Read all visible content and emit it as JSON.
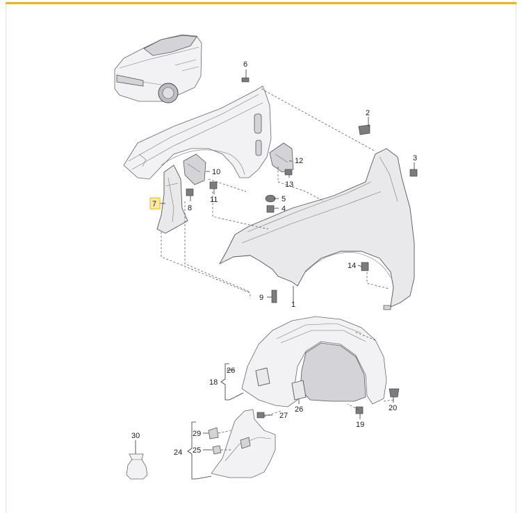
{
  "diagram": {
    "highlight_color": "#f4b400",
    "highlight_fill": "#fbe9a6",
    "labels": {
      "l1": "1",
      "l2": "2",
      "l3": "3",
      "l4": "4",
      "l5": "5",
      "l6": "6",
      "l7": "7",
      "l8": "8",
      "l9": "9",
      "l10": "10",
      "l11": "11",
      "l12": "12",
      "l13": "13",
      "l14": "14",
      "l18": "18",
      "l19": "19",
      "l20": "20",
      "l24": "24",
      "l25": "25",
      "l26a": "26",
      "l26b": "26",
      "l27": "27",
      "l29": "29",
      "l30": "30"
    }
  }
}
